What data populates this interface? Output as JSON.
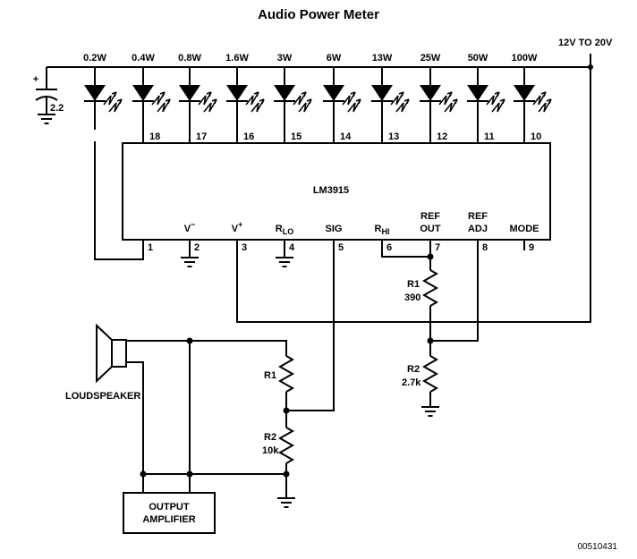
{
  "title": "Audio Power Meter",
  "supply_label": "12V TO 20V",
  "cap_value": "2.2",
  "ic_name": "LM3915",
  "leds": [
    {
      "label": "0.2W",
      "pin": ""
    },
    {
      "label": "0.4W",
      "pin": "18"
    },
    {
      "label": "0.8W",
      "pin": "17"
    },
    {
      "label": "1.6W",
      "pin": "16"
    },
    {
      "label": "3W",
      "pin": "15"
    },
    {
      "label": "6W",
      "pin": "14"
    },
    {
      "label": "13W",
      "pin": "13"
    },
    {
      "label": "25W",
      "pin": "12"
    },
    {
      "label": "50W",
      "pin": "11"
    },
    {
      "label": "100W",
      "pin": "10"
    }
  ],
  "bottom_pins": [
    {
      "num": "1",
      "name": ""
    },
    {
      "num": "2",
      "name": "V",
      "sup": "−"
    },
    {
      "num": "3",
      "name": "V",
      "sup": "+"
    },
    {
      "num": "4",
      "name": "R",
      "sub": "LO"
    },
    {
      "num": "5",
      "name": "SIG"
    },
    {
      "num": "6",
      "name": "R",
      "sub": "HI"
    },
    {
      "num": "7",
      "name": "REF",
      "name2": "OUT"
    },
    {
      "num": "8",
      "name": "REF",
      "name2": "ADJ"
    },
    {
      "num": "9",
      "name": "MODE"
    }
  ],
  "r1_ref": {
    "name": "R1",
    "value": "390"
  },
  "r2_ref": {
    "name": "R2",
    "value": "2.7k"
  },
  "r1_div": {
    "name": "R1",
    "value": ""
  },
  "r2_div": {
    "name": "R2",
    "value": "10k"
  },
  "speaker_label": "LOUDSPEAKER",
  "amp_label": [
    "OUTPUT",
    "AMPLIFIER"
  ],
  "doc_code": "00510431"
}
